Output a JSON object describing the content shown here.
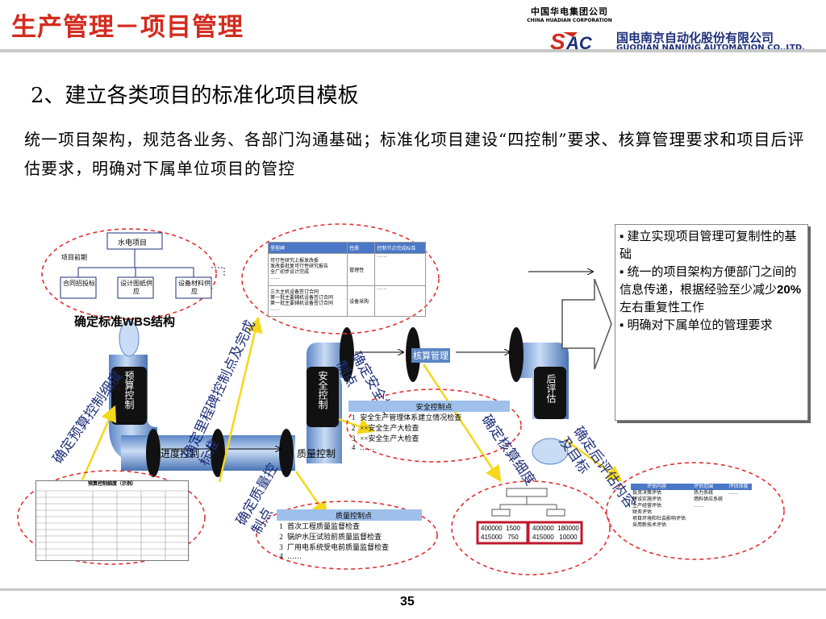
{
  "header": {
    "title": "生产管理－项目管理",
    "logo_top_cn": "中国华电集团公司",
    "logo_top_en": "CHINA HUADIAN CORPORATION",
    "logo_mark": "SAC",
    "logo_cn": "国电南京自动化股份有限公司",
    "logo_en": "GUODIAN NANJING AUTOMATION CO.,LTD."
  },
  "subtitle": "2、建立各类项目的标准化项目模板",
  "lead": "统一项目架构，规范各业务、各部门沟通基础；标准化项目建设“四控制”要求、核算管理要求和项目后评估要求，明确对下属单位项目的管控",
  "bullets": [
    "建立实现项目管理可复制性的基础",
    "统一的项目架构方便部门之间的信息传递，根据经验至少减少20%左右重复性工作",
    "明确对下属单位的管理要求"
  ],
  "bullets_bold": "20%",
  "wbs": {
    "root": "水电项目",
    "phase": "项目前期",
    "children": [
      "合同招投标",
      "设计图纸供应",
      "设备材料供应"
    ],
    "caption": "确定标准WBS结构"
  },
  "pipe_labels": {
    "budget": "预算控制",
    "progress": "进度控制",
    "quality": "质量控制",
    "safety": "安全控制",
    "accounting": "核算管理",
    "post": "后评估"
  },
  "callouts": {
    "budget_detail": "确定预算控制细度",
    "milestone": "确定里程碑控制点及完成标准",
    "safety_point": "确定安全控制点",
    "quality_point": "确定质量控制点",
    "accounting_detail": "确定核算细度",
    "post_content": "确定后评估内容及目标"
  },
  "milestone_table": {
    "headers": [
      "里程碑",
      "性质",
      "控制节点完成标准"
    ],
    "rows": [
      {
        "a": "可行性研究上报发改委\n发改委批复可行性研究报告\n全厂初步设计完成\n……",
        "b": "管理性",
        "c": "……"
      },
      {
        "a": "三大主机设备签订合同\n第一批主要辅机设备签订合同\n第一批主要辅机设备签订合同\n……",
        "b": "设备采购",
        "c": "……"
      }
    ]
  },
  "safety_table": {
    "header": "安全控制点",
    "rows": [
      [
        "1",
        "安全生产管理体系建立情况检查"
      ],
      [
        "2",
        "××安全生产大检查"
      ],
      [
        "3",
        "××安全生产大检查"
      ],
      [
        "4",
        "……"
      ]
    ]
  },
  "quality_table": {
    "header": "质量控制点",
    "rows": [
      [
        "1",
        "首次工程质量监督检查"
      ],
      [
        "2",
        "锅炉水压试验前质量监督检查"
      ],
      [
        "3",
        "厂用电系统受电前质量监督检查"
      ],
      [
        "4",
        "……"
      ]
    ]
  },
  "accounting_boxes": [
    [
      "400000",
      "1500",
      "400000",
      "180000"
    ],
    [
      "415000",
      "750",
      "415000",
      "10000"
    ]
  ],
  "eval_table": {
    "headers": [
      "评估内容",
      "评估范围",
      "评估深度"
    ],
    "rows": [
      [
        "投资决策评估",
        "热力系统",
        "……"
      ],
      [
        "建设实施评估",
        "燃料供应系统",
        ""
      ],
      [
        "生产经营评估",
        "……",
        ""
      ],
      [
        "财务评估",
        "",
        ""
      ],
      [
        "项目环境和社会影响评估",
        "",
        ""
      ],
      [
        "采用新技术评估",
        "",
        ""
      ]
    ]
  },
  "budget_table": {
    "title": "预算控制细度（示例）",
    "rows": 9
  },
  "page_number": "35",
  "colors": {
    "title_red": "#d32b1e",
    "logo_blue": "#1e2f7a",
    "pipe_blue": "#7ea7d9",
    "dash_red": "#e03030",
    "callout_yellow": "#f4d81a",
    "table_header": "#4a78c6"
  }
}
